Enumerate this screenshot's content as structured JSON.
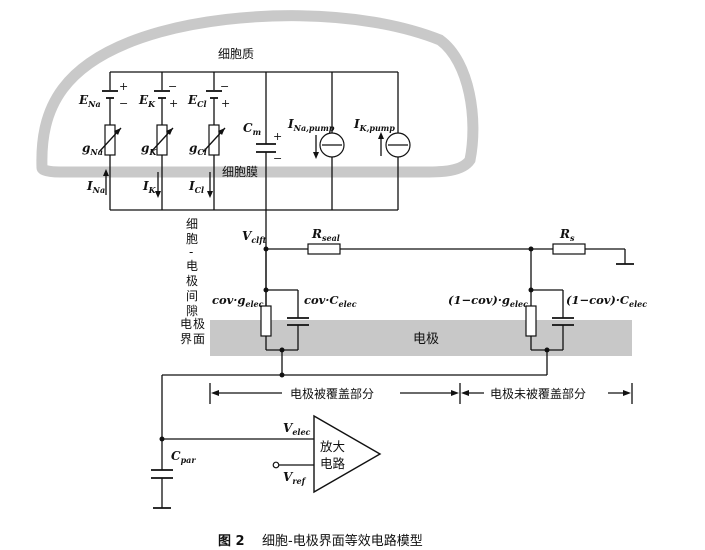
{
  "labels": {
    "cytoplasm": "细胞质",
    "membrane": "细胞膜",
    "interface": [
      "细",
      "胞",
      "-",
      "电",
      "极",
      "间",
      "隙",
      "电",
      "极",
      "界",
      "面"
    ],
    "electrode": "电极",
    "covered": "电极被覆盖部分",
    "uncovered": "电极未被覆盖部分",
    "amp": [
      "放大",
      "电路"
    ],
    "caption_num": "图 2",
    "caption_text": "细胞-电极界面等效电路模型"
  },
  "components": {
    "ENa": {
      "main": "E",
      "sub": "Na"
    },
    "EK": {
      "main": "E",
      "sub": "K"
    },
    "ECl": {
      "main": "E",
      "sub": "Cl"
    },
    "gNa": {
      "main": "g",
      "sub": "Na"
    },
    "gK": {
      "main": "g",
      "sub": "K"
    },
    "gCl": {
      "main": "g",
      "sub": "Cl"
    },
    "INa": {
      "main": "I",
      "sub": "Na"
    },
    "IK": {
      "main": "I",
      "sub": "K"
    },
    "ICl": {
      "main": "I",
      "sub": "Cl"
    },
    "Cm": {
      "main": "C",
      "sub": "m"
    },
    "INaPump": {
      "main": "I",
      "sub": "Na,pump"
    },
    "IKPump": {
      "main": "I",
      "sub": "K,pump"
    },
    "Vcleft": {
      "main": "V",
      "sub": "clft"
    },
    "Rseal": {
      "main": "R",
      "sub": "seal"
    },
    "Rs": {
      "main": "R",
      "sub": "s"
    },
    "Velec": {
      "main": "V",
      "sub": "elec"
    },
    "Vref": {
      "main": "V",
      "sub": "ref"
    },
    "Cpar": {
      "main": "C",
      "sub": "par"
    },
    "cov_g": {
      "pre": "cov·g",
      "sub": "elec"
    },
    "cov_c": {
      "pre": "cov·C",
      "sub": "elec"
    },
    "uncov_g": {
      "pre": "(1−cov)·g",
      "sub": "elec"
    },
    "uncov_c": {
      "pre": "(1−cov)·C",
      "sub": "elec"
    }
  },
  "signs": {
    "plus": "+",
    "minus": "−"
  }
}
